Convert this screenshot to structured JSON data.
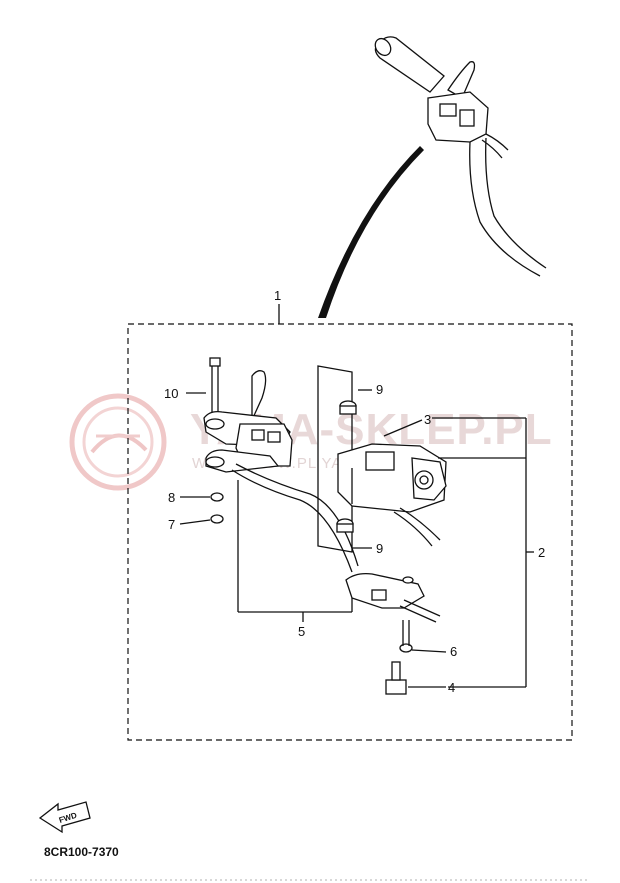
{
  "watermark": {
    "main_text": "YAMA-SKLEP.PL",
    "sub_text": "WWW.SHOW.PL YAMAHA"
  },
  "callouts": [
    {
      "id": "1",
      "label": "1"
    },
    {
      "id": "2",
      "label": "2"
    },
    {
      "id": "3",
      "label": "3"
    },
    {
      "id": "4",
      "label": "4"
    },
    {
      "id": "5",
      "label": "5"
    },
    {
      "id": "6",
      "label": "6"
    },
    {
      "id": "7",
      "label": "7"
    },
    {
      "id": "8",
      "label": "8"
    },
    {
      "id": "9a",
      "label": "9"
    },
    {
      "id": "9b",
      "label": "9"
    },
    {
      "id": "10",
      "label": "10"
    }
  ],
  "direction_badge": "FWD",
  "diagram_code": "8CR100-7370",
  "colors": {
    "line": "#111111",
    "watermark": "#e8d8d8"
  }
}
